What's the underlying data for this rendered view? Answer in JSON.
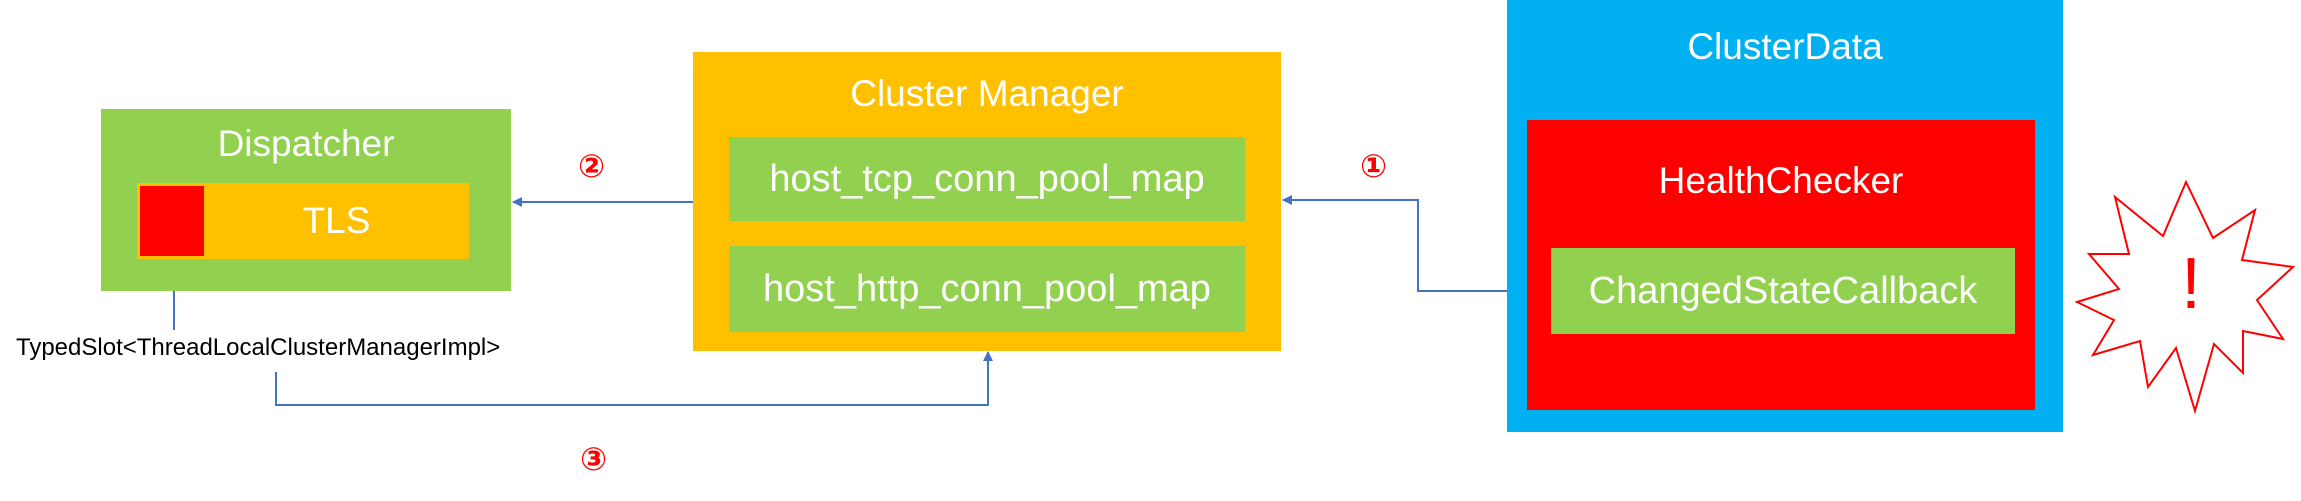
{
  "dispatcher": {
    "title": "Dispatcher",
    "tls_label": "TLS"
  },
  "cluster_manager": {
    "title": "Cluster Manager",
    "maps": [
      "host_tcp_conn_pool_map",
      "host_http_conn_pool_map"
    ]
  },
  "cluster_data": {
    "title": "ClusterData",
    "health_checker": {
      "title": "HealthChecker",
      "callback": "ChangedStateCallback"
    }
  },
  "typed_slot_label": "TypedSlot<ThreadLocalClusterManagerImpl>",
  "steps": {
    "one": "①",
    "two": "②",
    "three": "③"
  },
  "alert_mark": "!",
  "colors": {
    "green": "#92d050",
    "amber": "#ffc000",
    "blue": "#00b0f0",
    "red": "#ff0000",
    "arrow": "#4472c4"
  }
}
